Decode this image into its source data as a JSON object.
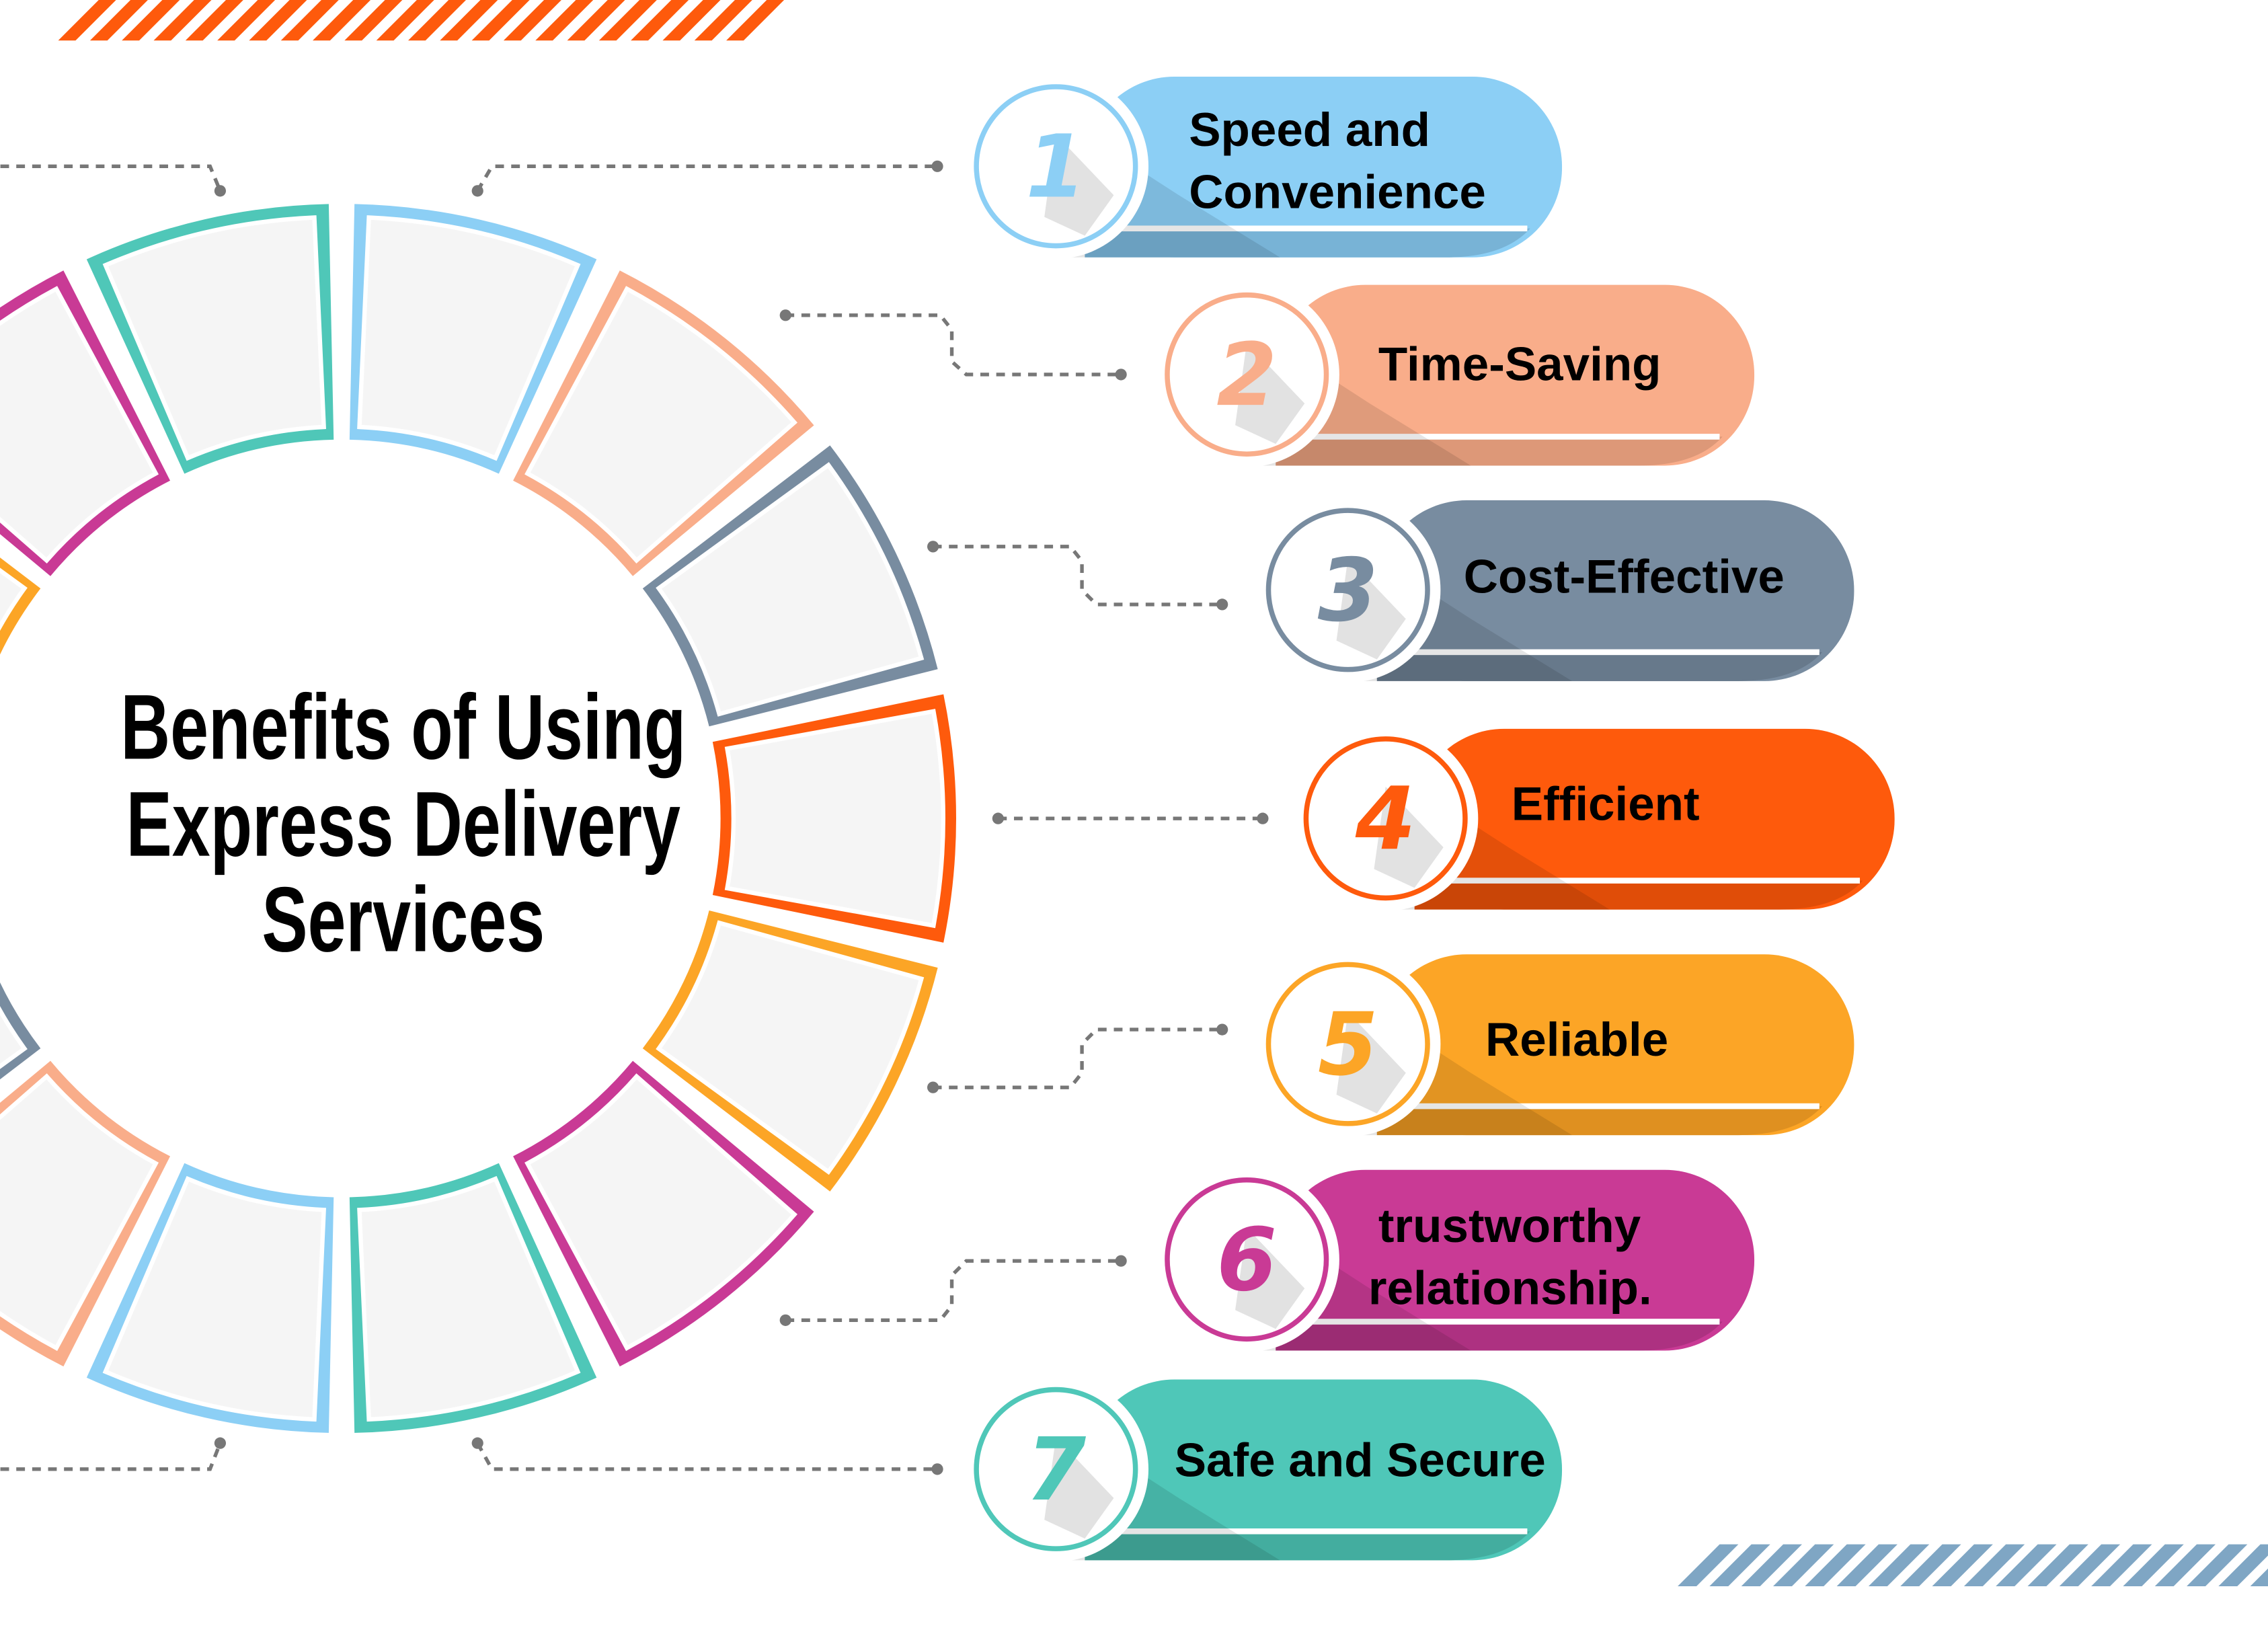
{
  "title": {
    "lines": [
      "Benefits of Using",
      "Express Delivery",
      "Services"
    ]
  },
  "items": [
    {
      "number": "1",
      "lines": [
        "Speed and",
        "Convenience"
      ],
      "color": "#8ccff5",
      "dark": "#78b3d6"
    },
    {
      "number": "2",
      "lines": [
        "Time-Saving"
      ],
      "color": "#f9ad8a",
      "dark": "#dd9878"
    },
    {
      "number": "3",
      "lines": [
        "Cost-Effective"
      ],
      "color": "#788ca0",
      "dark": "#67798b"
    },
    {
      "number": "4",
      "lines": [
        "Efficient"
      ],
      "color": "#fe5a0c",
      "dark": "#e04d08"
    },
    {
      "number": "5",
      "lines": [
        "Reliable"
      ],
      "color": "#fca526",
      "dark": "#df9020"
    },
    {
      "number": "6",
      "lines": [
        "trustworthy",
        "relationship."
      ],
      "color": "#c93a95",
      "dark": "#ad3181"
    },
    {
      "number": "7",
      "lines": [
        "Safe and Secure"
      ],
      "color": "#4fc7b8",
      "dark": "#43ad9f"
    }
  ],
  "ring_colors": [
    "#8ccff5",
    "#f9ad8a",
    "#788ca0",
    "#fe5a0c",
    "#fca526",
    "#c93a95",
    "#4fc7b8"
  ],
  "stripe_colors": {
    "top": "#fe5a0c",
    "bottom": "#7fa6c4"
  }
}
